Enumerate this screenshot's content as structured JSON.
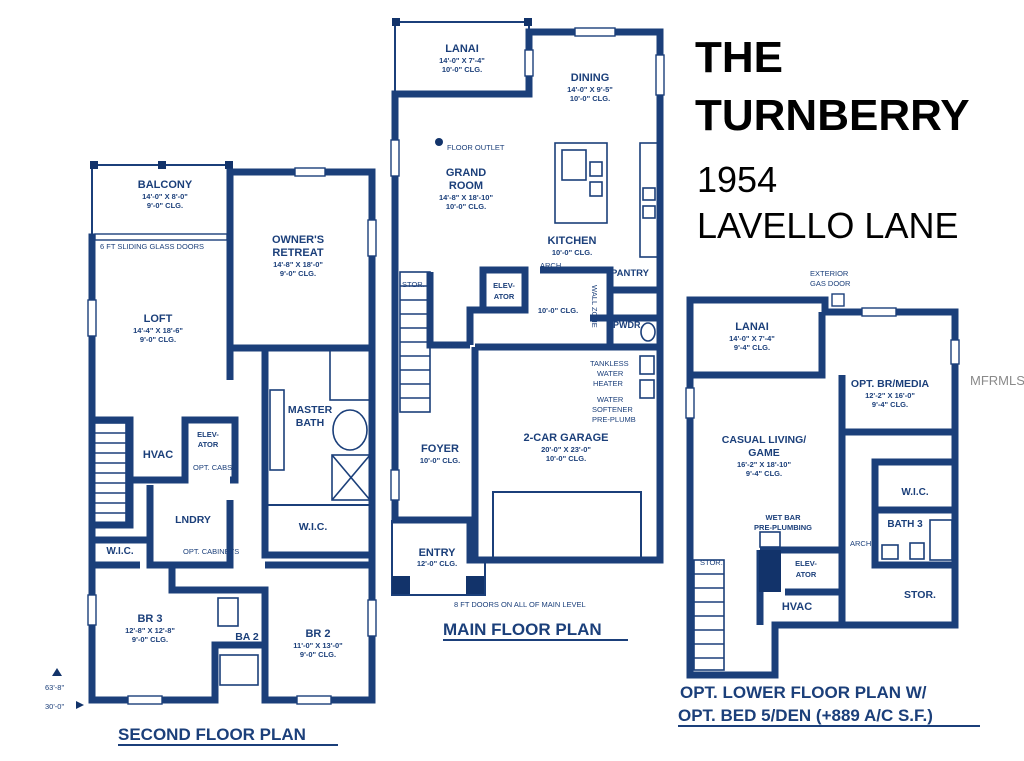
{
  "title": {
    "line1": "THE",
    "line2": "TURNBERRY"
  },
  "address": {
    "line1": "1954",
    "line2": "LAVELLO LANE"
  },
  "watermark": "MFRMLS",
  "second_floor": {
    "caption": "SECOND FLOOR PLAN",
    "sliding_doors": "6 FT SLIDING GLASS DOORS",
    "balcony": {
      "name": "BALCONY",
      "size": "14'-0\" X 8'-0\"",
      "clg": "9'-0\" CLG."
    },
    "owners_retreat": {
      "name1": "OWNER'S",
      "name2": "RETREAT",
      "size": "14'-8\" X 18'-0\"",
      "clg": "9'-0\" CLG."
    },
    "loft": {
      "name": "LOFT",
      "size": "14'-4\" X 18'-6\"",
      "clg": "9'-0\" CLG."
    },
    "master_bath": {
      "name1": "MASTER",
      "name2": "BATH"
    },
    "hvac": "HVAC",
    "elevator": {
      "l1": "ELEV-",
      "l2": "ATOR"
    },
    "opt_cabs": "OPT. CABS",
    "laundry": "LNDRY",
    "wic_left": "W.I.C.",
    "wic_master": "W.I.C.",
    "opt_cabinets": "OPT. CABINETS",
    "br3": {
      "name": "BR 3",
      "size": "12'-8\" X 12'-8\"",
      "clg": "9'-0\" CLG."
    },
    "ba2": "BA 2",
    "br2": {
      "name": "BR 2",
      "size": "11'-0\" X 13'-0\"",
      "clg": "9'-0\" CLG."
    },
    "depth": "63'-8\"",
    "width": "30'-0\""
  },
  "main_floor": {
    "caption": "MAIN FLOOR PLAN",
    "lanai": {
      "name": "LANAI",
      "size": "14'-0\" X 7'-4\"",
      "clg": "10'-0\" CLG."
    },
    "dining": {
      "name": "DINING",
      "size": "14'-0\" X 9'-5\"",
      "clg": "10'-0\" CLG."
    },
    "floor_outlet": "FLOOR OUTLET",
    "grand_room": {
      "name1": "GRAND",
      "name2": "ROOM",
      "size": "14'-8\" X 18'-10\"",
      "clg": "10'-0\" CLG."
    },
    "kitchen": {
      "name": "KITCHEN",
      "clg": "10'-0\" CLG."
    },
    "arch": "ARCH",
    "pantry": "PANTRY",
    "stor": "STOR.",
    "elevator": {
      "l1": "ELEV-",
      "l2": "ATOR"
    },
    "hall_clg": "10'-0\" CLG.",
    "wall_note": "WALL ZONE",
    "pwdr": "PWDR.",
    "tankless": {
      "l1": "TANKLESS",
      "l2": "WATER",
      "l3": "HEATER"
    },
    "softener": {
      "l1": "WATER",
      "l2": "SOFTENER",
      "l3": "PRE-PLUMB"
    },
    "foyer": {
      "name": "FOYER",
      "clg": "10'-0\" CLG."
    },
    "garage": {
      "name": "2-CAR GARAGE",
      "size": "20'-0\" X 23'-0\"",
      "clg": "10'-0\" CLG."
    },
    "entry": {
      "name": "ENTRY",
      "clg": "12'-0\" CLG."
    },
    "doors_note": "8 FT DOORS ON ALL OF MAIN LEVEL"
  },
  "lower_floor": {
    "caption1": "OPT. LOWER FLOOR PLAN W/",
    "caption2": "OPT. BED 5/DEN (+889 A/C S.F.)",
    "exterior_gas": {
      "l1": "EXTERIOR",
      "l2": "GAS DOOR"
    },
    "lanai": {
      "name": "LANAI",
      "size": "14'-0\" X 7'-4\"",
      "clg": "9'-4\" CLG."
    },
    "br_media": {
      "name": "OPT. BR/MEDIA",
      "size": "12'-2\" X 16'-0\"",
      "clg": "9'-4\" CLG."
    },
    "casual": {
      "name1": "CASUAL LIVING/",
      "name2": "GAME",
      "size": "16'-2\" X 18'-10\"",
      "clg": "9'-4\" CLG."
    },
    "wic": "W.I.C.",
    "wet_bar": {
      "l1": "WET BAR",
      "l2": "PRE-PLUMBING"
    },
    "arch": "ARCH",
    "bath3": "BATH 3",
    "stor_left": "STOR.",
    "elevator": {
      "l1": "ELEV-",
      "l2": "ATOR"
    },
    "stor_right": "STOR.",
    "hvac": "HVAC"
  }
}
